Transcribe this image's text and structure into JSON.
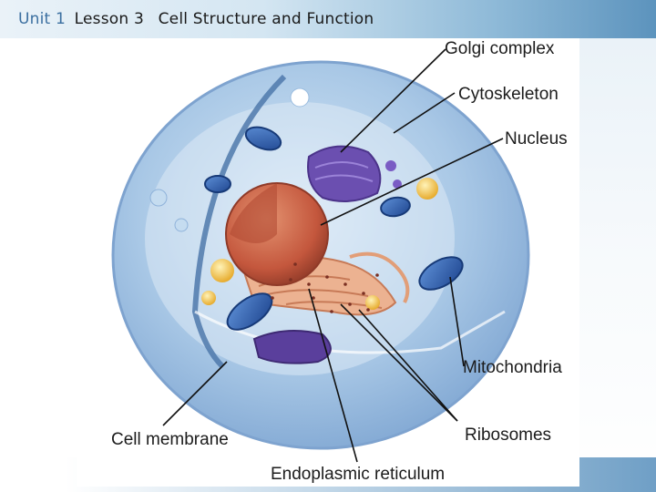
{
  "header": {
    "unit": "Unit 1",
    "lesson": "Lesson 3",
    "title": "Cell Structure and Function"
  },
  "labels": {
    "golgi": "Golgi complex",
    "cytoskeleton": "Cytoskeleton",
    "nucleus": "Nucleus",
    "mitochondria": "Mitochondria",
    "ribosomes": "Ribosomes",
    "cell_membrane": "Cell membrane",
    "er": "Endoplasmic reticulum"
  },
  "colors": {
    "cytoplasm": "#aecbe6",
    "nucleus": "#c4573d",
    "golgi": "#6b4fb0",
    "mitochondria": "#2a5bab",
    "er": "#e8a27c",
    "vesicle": "#f2c84b"
  }
}
